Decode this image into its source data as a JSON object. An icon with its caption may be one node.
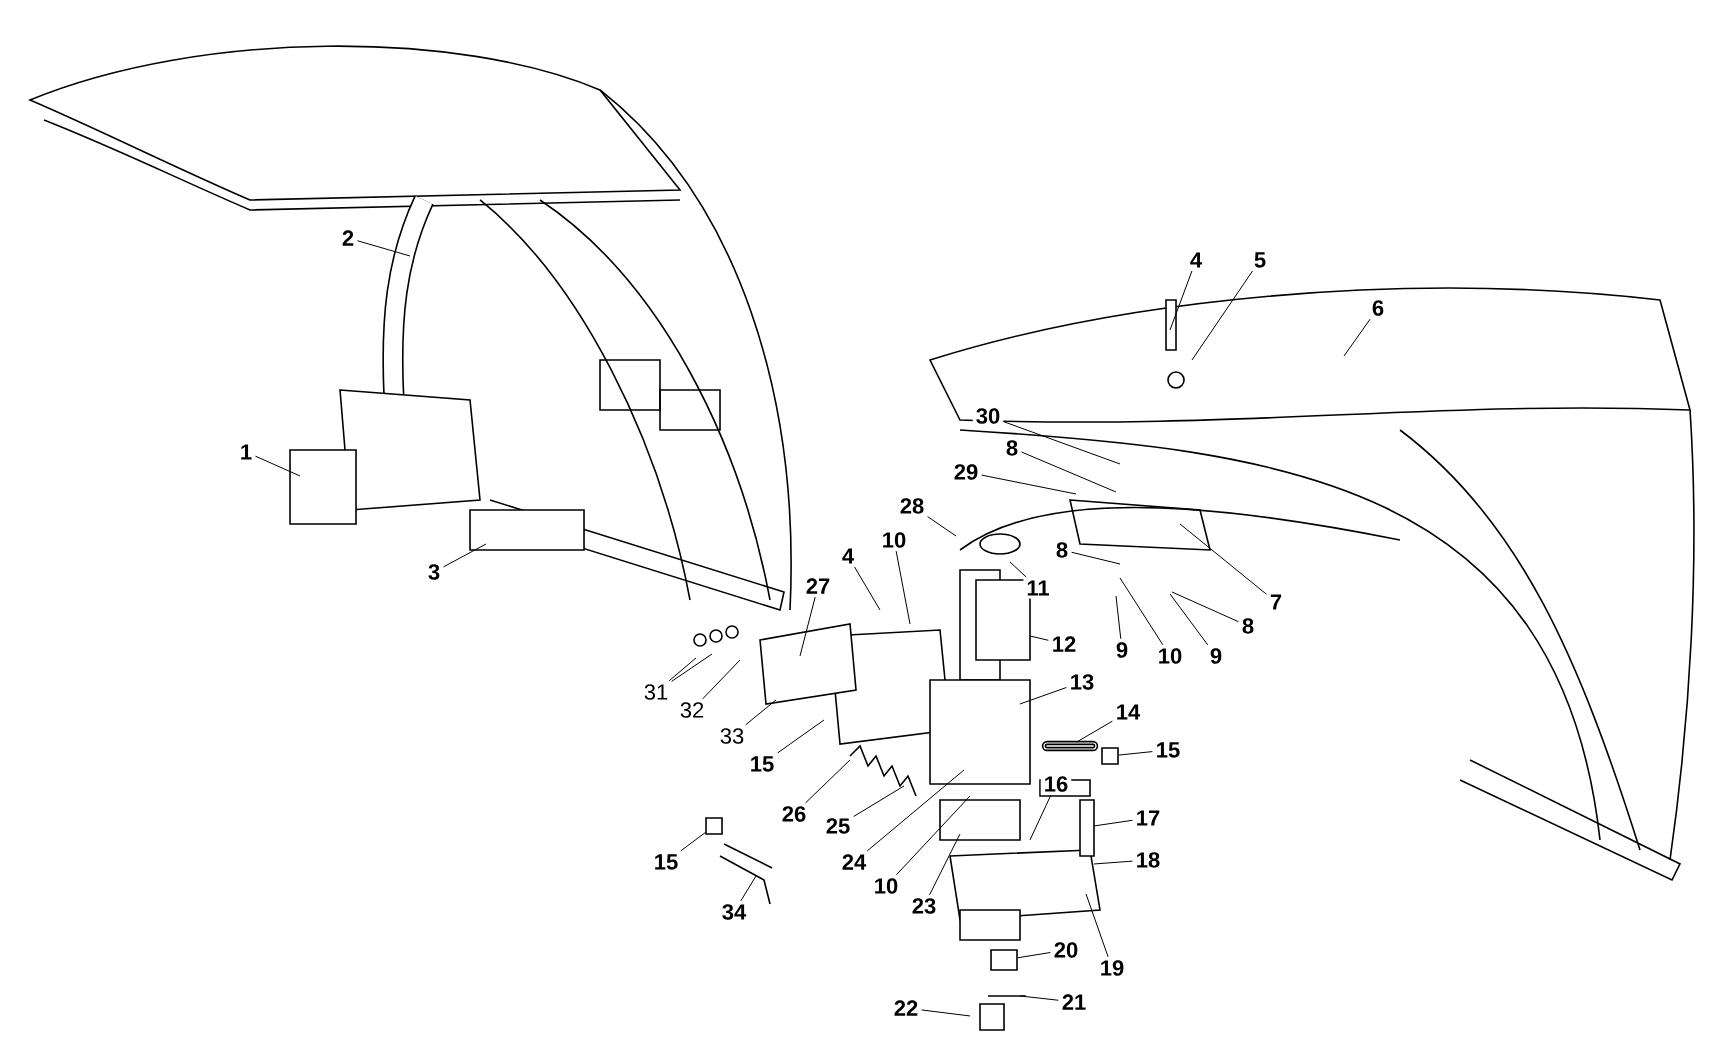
{
  "diagram": {
    "nodes": [
      {
        "text": [
          "2"
        ]
      },
      {
        "text": [
          "4"
        ]
      },
      {
        "text": [
          "5"
        ]
      },
      {
        "text": [
          "6"
        ]
      },
      {
        "text": [
          "30"
        ]
      },
      {
        "text": [
          "8"
        ]
      },
      {
        "text": [
          "1"
        ]
      },
      {
        "text": [
          "29"
        ]
      },
      {
        "text": [
          "28"
        ]
      },
      {
        "text": [
          "10"
        ]
      },
      {
        "text": [
          "8"
        ]
      },
      {
        "text": [
          "4"
        ]
      },
      {
        "text": [
          "3"
        ]
      },
      {
        "text": [
          "27"
        ]
      },
      {
        "text": [
          "11"
        ]
      },
      {
        "text": [
          "7"
        ]
      },
      {
        "text": [
          "8"
        ]
      },
      {
        "text": [
          "12"
        ]
      },
      {
        "text": [
          "9"
        ]
      },
      {
        "text": [
          "10"
        ]
      },
      {
        "text": [
          "9"
        ]
      },
      {
        "text": [
          "13"
        ]
      },
      {
        "text": [
          "31"
        ]
      },
      {
        "text": [
          "32"
        ]
      },
      {
        "text": [
          "14"
        ]
      },
      {
        "text": [
          "33"
        ]
      },
      {
        "text": [
          "15"
        ]
      },
      {
        "text": [
          "15"
        ]
      },
      {
        "text": [
          "26"
        ]
      },
      {
        "text": [
          "16"
        ]
      },
      {
        "text": [
          "17"
        ]
      },
      {
        "text": [
          "25"
        ]
      },
      {
        "text": [
          "15"
        ]
      },
      {
        "text": [
          "24"
        ]
      },
      {
        "text": [
          "18"
        ]
      },
      {
        "text": [
          "10"
        ]
      },
      {
        "text": [
          "23"
        ]
      },
      {
        "text": [
          "34"
        ]
      },
      {
        "text": [
          "20"
        ]
      },
      {
        "text": [
          "19"
        ]
      },
      {
        "text": [
          "21"
        ]
      },
      {
        "text": [
          "22"
        ]
      },
      {
        "text": [],
        "shape": "bar"
      },
      {
        "text": [],
        "shape": "box"
      },
      {
        "text": [],
        "shape": "box"
      },
      {
        "text": [],
        "shape": "box"
      }
    ],
    "edges": [
      {
        "from": 0,
        "to": null,
        "arrow": "none"
      },
      {
        "from": 1,
        "to": null,
        "arrow": "none"
      },
      {
        "from": 2,
        "to": null,
        "arrow": "none"
      },
      {
        "from": 3,
        "to": null,
        "arrow": "none"
      },
      {
        "from": 4,
        "to": null,
        "arrow": "none"
      },
      {
        "from": 5,
        "to": null,
        "arrow": "none"
      },
      {
        "from": 6,
        "to": null,
        "arrow": "none"
      },
      {
        "from": 7,
        "to": null,
        "arrow": "none"
      },
      {
        "from": 8,
        "to": null,
        "arrow": "none"
      },
      {
        "from": 9,
        "to": null,
        "arrow": "none"
      },
      {
        "from": 10,
        "to": null,
        "arrow": "none"
      },
      {
        "from": 11,
        "to": null,
        "arrow": "none"
      },
      {
        "from": 12,
        "to": null,
        "arrow": "none"
      },
      {
        "from": 13,
        "to": null,
        "arrow": "none"
      },
      {
        "from": 14,
        "to": null,
        "arrow": "none"
      },
      {
        "from": 15,
        "to": null,
        "arrow": "none"
      },
      {
        "from": 16,
        "to": null,
        "arrow": "none"
      },
      {
        "from": 17,
        "to": null,
        "arrow": "none"
      },
      {
        "from": 18,
        "to": null,
        "arrow": "none"
      },
      {
        "from": 19,
        "to": null,
        "arrow": "none"
      },
      {
        "from": 20,
        "to": null,
        "arrow": "none"
      },
      {
        "from": 21,
        "to": null,
        "arrow": "none"
      },
      {
        "from": 22,
        "to": null,
        "arrow": "none"
      },
      {
        "from": 22,
        "to": null,
        "arrow": "none"
      },
      {
        "from": 23,
        "to": null,
        "arrow": "none"
      },
      {
        "from": 24,
        "to": 42,
        "arrow": "none"
      },
      {
        "from": 25,
        "to": null,
        "arrow": "none"
      },
      {
        "from": 26,
        "to": 43,
        "arrow": "none"
      },
      {
        "from": 27,
        "to": null,
        "arrow": "none"
      },
      {
        "from": 28,
        "to": null,
        "arrow": "none"
      },
      {
        "from": 29,
        "to": null,
        "arrow": "none"
      },
      {
        "from": 30,
        "to": null,
        "arrow": "none"
      },
      {
        "from": 31,
        "to": null,
        "arrow": "none"
      },
      {
        "from": 32,
        "to": 44,
        "arrow": "none"
      },
      {
        "from": 33,
        "to": null,
        "arrow": "none"
      },
      {
        "from": 34,
        "to": null,
        "arrow": "none"
      },
      {
        "from": 35,
        "to": null,
        "arrow": "none"
      },
      {
        "from": 36,
        "to": null,
        "arrow": "none"
      },
      {
        "from": 37,
        "to": null,
        "arrow": "none"
      },
      {
        "from": 38,
        "to": 45,
        "arrow": "none"
      },
      {
        "from": 39,
        "to": null,
        "arrow": "none"
      },
      {
        "from": 40,
        "to": null,
        "arrow": "none"
      },
      {
        "from": 41,
        "to": null,
        "arrow": "none"
      }
    ]
  }
}
